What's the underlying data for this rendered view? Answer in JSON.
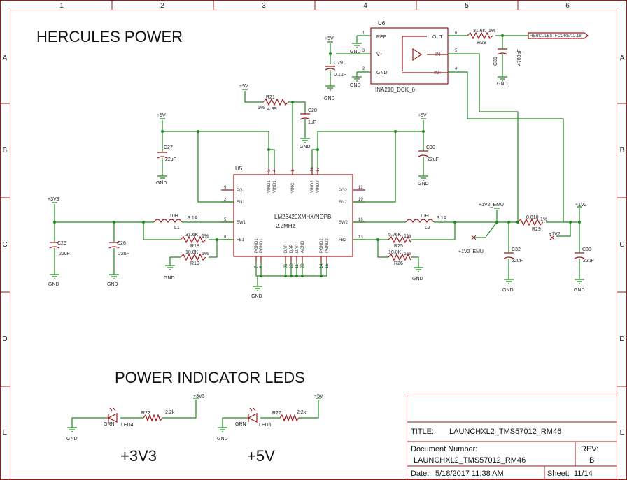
{
  "columns": [
    "1",
    "2",
    "3",
    "4",
    "5",
    "6"
  ],
  "rows": [
    "A",
    "B",
    "C",
    "D",
    "E"
  ],
  "titles": {
    "power": "HERCULES POWER",
    "leds": "POWER INDICATOR LEDS"
  },
  "nets": {
    "p5v": "+5V",
    "p3v3": "+3V3",
    "p1v2": "+1V2",
    "p1v2_emu": "+1V2_EMU",
    "gnd": "GND",
    "hercules_fcore": "HERCULES_FCORE/12.18"
  },
  "u6": {
    "ref": "U6",
    "part": "INA210_DCK_6",
    "pins": {
      "ref": "REF",
      "vplus": "V+",
      "gnd": "GND",
      "out": "OUT",
      "inm": "IN-",
      "inp": "IN+"
    },
    "pin_numbers": {
      "ref": "1",
      "vplus": "3",
      "gnd": "2",
      "out": "6",
      "inm": "5",
      "inp": "4"
    }
  },
  "u5": {
    "ref": "U5",
    "part": "LM26420XMHX/NOPB",
    "freq": "2.2MHz",
    "left_pins": [
      {
        "name": "PG1",
        "num": "9"
      },
      {
        "name": "EN1",
        "num": "2"
      },
      {
        "name": "SW1",
        "num": "5"
      },
      {
        "name": "FB1",
        "num": "8"
      }
    ],
    "right_pins": [
      {
        "name": "PG2",
        "num": "12"
      },
      {
        "name": "EN2",
        "num": "19"
      },
      {
        "name": "SW2",
        "num": "16"
      },
      {
        "name": "FB2",
        "num": "13"
      }
    ],
    "top_pins": [
      {
        "name": "VIND1",
        "num": "3"
      },
      {
        "name": "VIND1",
        "num": "4"
      },
      {
        "name": "VINC",
        "num": "1"
      },
      {
        "name": "VIND2",
        "num": "18"
      },
      {
        "name": "VIND2",
        "num": "17"
      }
    ],
    "bottom_pins": [
      {
        "name": "PGND1",
        "num": "7"
      },
      {
        "name": "PGND1",
        "num": "6"
      },
      {
        "name": "DAP",
        "num": "21"
      },
      {
        "name": "DAP",
        "num": "10"
      },
      {
        "name": "DAP",
        "num": "11"
      },
      {
        "name": "AGND",
        "num": "20"
      },
      {
        "name": "PGND2",
        "num": "14"
      },
      {
        "name": "PGND2",
        "num": "15"
      }
    ]
  },
  "components": {
    "c29": {
      "ref": "C29",
      "val": "0.1uF"
    },
    "c28": {
      "ref": "C28",
      "val": "1uF"
    },
    "c27": {
      "ref": "C27",
      "val": "22uF"
    },
    "c30": {
      "ref": "C30",
      "val": "22uF"
    },
    "c25": {
      "ref": "C25",
      "val": "22uF"
    },
    "c26": {
      "ref": "C26",
      "val": "22uF"
    },
    "c31": {
      "ref": "C31",
      "val": "4700pF"
    },
    "c32": {
      "ref": "C32",
      "val": "22uF"
    },
    "c33": {
      "ref": "C33",
      "val": "22uF"
    },
    "r21": {
      "ref": "R21",
      "val": "4.99",
      "tol": "1%"
    },
    "r28": {
      "ref": "R28",
      "val": "31.6K",
      "tol": "1%"
    },
    "r18": {
      "ref": "R18",
      "val": "31.6K",
      "tol": "1%"
    },
    "r19": {
      "ref": "R19",
      "val": "10.0K",
      "tol": "1%"
    },
    "r25": {
      "ref": "R25",
      "val": "5.76K",
      "tol": "1%"
    },
    "r26": {
      "ref": "R26",
      "val": "10.0K",
      "tol": "1%"
    },
    "r29": {
      "ref": "R29",
      "val": "0.010",
      "tol": "1%"
    },
    "l1": {
      "ref": "L1",
      "val": "1uH",
      "current": "3.1A"
    },
    "l2": {
      "ref": "L2",
      "val": "1uH",
      "current": "3.1A"
    },
    "r22": {
      "ref": "R22",
      "val": "2.2k"
    },
    "r27": {
      "ref": "R27",
      "val": "2.2k"
    },
    "led4": {
      "ref": "LED4",
      "color": "GRN"
    },
    "led6": {
      "ref": "LED6",
      "color": "GRN"
    }
  },
  "led_labels": {
    "left": "+3V3",
    "right": "+5V"
  },
  "title_block": {
    "title_label": "TITLE:",
    "title_value": "LAUNCHXL2_TMS57012_RM46",
    "docnum_label": "Document Number:",
    "docnum_value": "LAUNCHXL2_TMS57012_RM46",
    "rev_label": "REV:",
    "rev_value": "B",
    "date_label": "Date:",
    "date_value": "5/18/2017 11:38 AM",
    "sheet_label": "Sheet:",
    "sheet_value": "11/14"
  },
  "colors": {
    "wire": "#1f8a1f",
    "component": "#9a1b1b",
    "text": "#222222"
  }
}
